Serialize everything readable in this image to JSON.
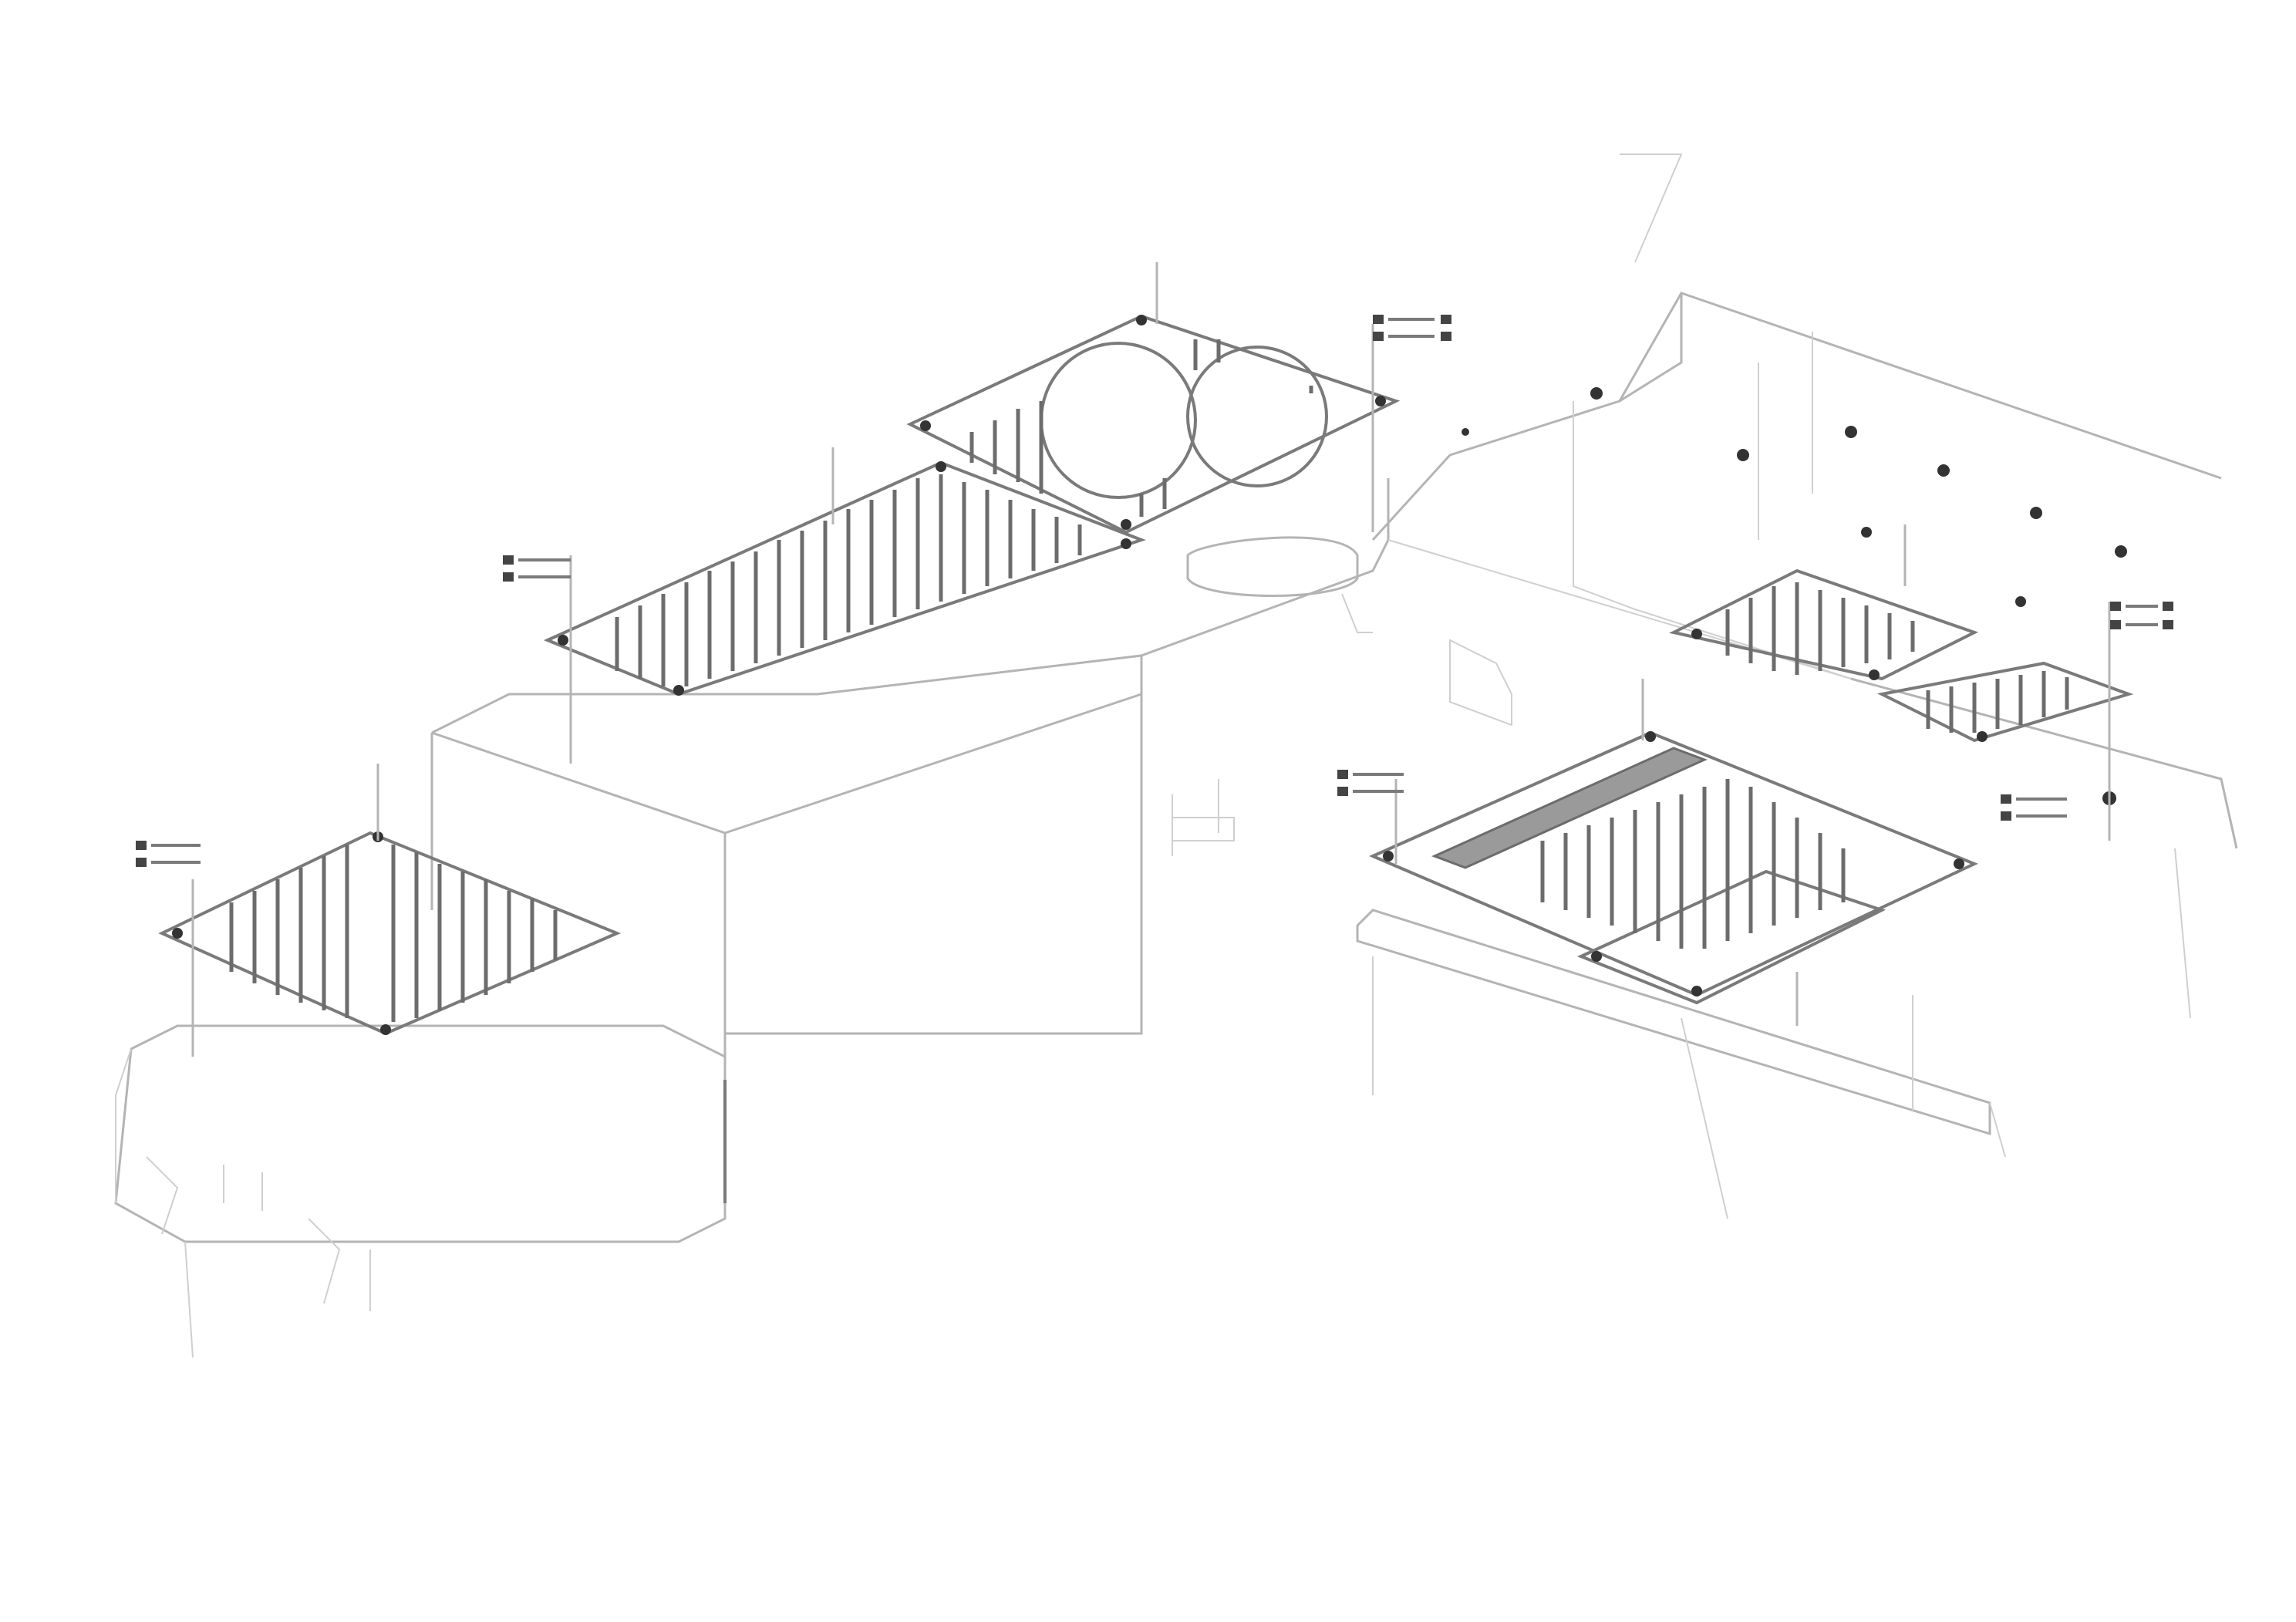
{
  "diagram": {
    "kind": "exploded-parts-illustration",
    "parts": [
      {
        "id": "grid-top-fan-guard",
        "callout": ""
      },
      {
        "id": "grid-long-center",
        "callout": ""
      },
      {
        "id": "grid-left",
        "callout": ""
      },
      {
        "id": "grid-right-upper",
        "callout": ""
      },
      {
        "id": "grid-right-small",
        "callout": ""
      },
      {
        "id": "grid-right-lower-double",
        "callout": ""
      }
    ],
    "colors": {
      "line": "#b4b4b4",
      "dark_line": "#6c6c6c",
      "fastener": "#333333"
    }
  },
  "stamp": {
    "line1": "",
    "line2": "",
    "ref": ""
  }
}
